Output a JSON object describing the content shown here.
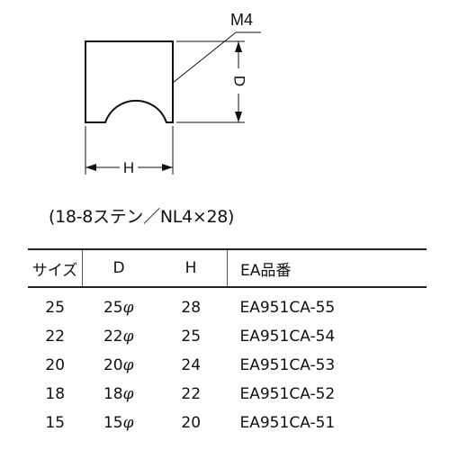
{
  "drawing": {
    "thread_label": "M4",
    "depth_label": "D",
    "height_label": "H"
  },
  "spec_note": "(18-8ステン／NL4×28)",
  "table": {
    "headers": {
      "size": "サイズ",
      "d": "D",
      "h": "H",
      "ea": "EA品番"
    },
    "rows": [
      {
        "size": "25",
        "d": "25",
        "h": "28",
        "ea": "EA951CA-55"
      },
      {
        "size": "22",
        "d": "22",
        "h": "25",
        "ea": "EA951CA-54"
      },
      {
        "size": "20",
        "d": "20",
        "h": "24",
        "ea": "EA951CA-53"
      },
      {
        "size": "18",
        "d": "18",
        "h": "22",
        "ea": "EA951CA-52"
      },
      {
        "size": "15",
        "d": "15",
        "h": "20",
        "ea": "EA951CA-51"
      }
    ],
    "diameter_symbol": "φ"
  }
}
